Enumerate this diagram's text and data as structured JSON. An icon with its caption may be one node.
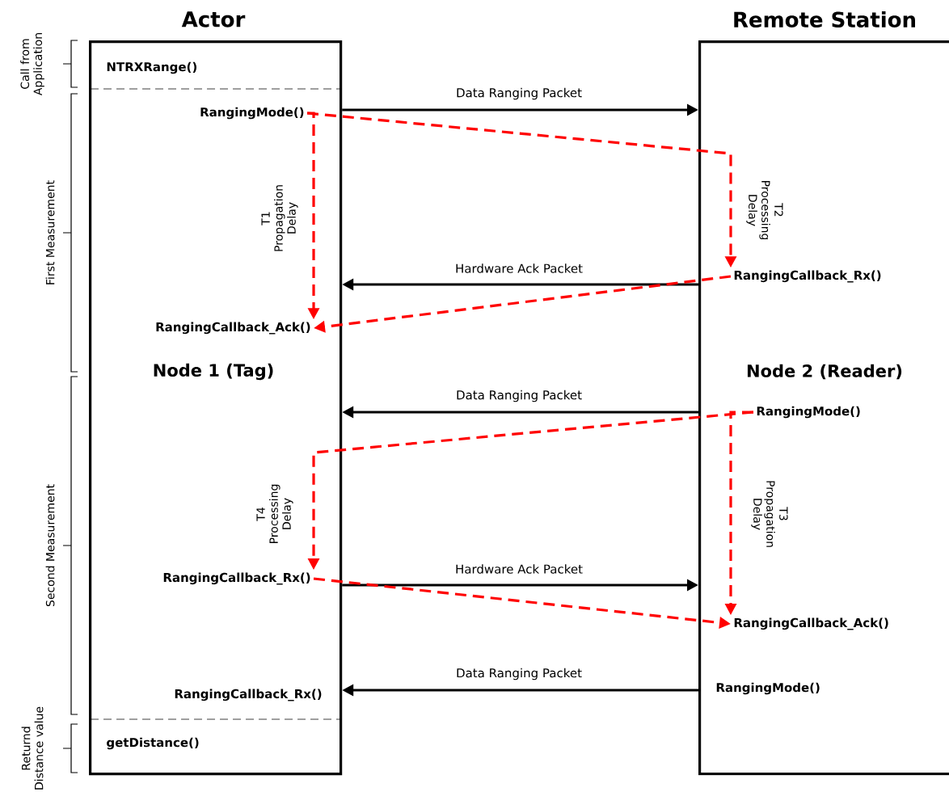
{
  "diagram": {
    "nodes": [
      {
        "text": [
          "Actor",
          "Node 1 (Tag)"
        ]
      },
      {
        "text": [
          "Remote Station",
          "Node 2 (Reader)"
        ]
      },
      {
        "text": [
          "NTRXRange()"
        ],
        "in": 0
      },
      {
        "text": [
          "RangingMode()"
        ],
        "in": 0
      },
      {
        "text": [
          "RangingCallback_Ack()"
        ],
        "in": 0
      },
      {
        "text": [
          "RangingCallback_Rx()"
        ],
        "in": 0
      },
      {
        "text": [
          "RangingCallback_Rx()"
        ],
        "in": 0
      },
      {
        "text": [
          "getDistance()"
        ],
        "in": 0
      },
      {
        "text": [
          "RangingCallback_Rx()"
        ],
        "in": 1
      },
      {
        "text": [
          "RangingMode()"
        ],
        "in": 1
      },
      {
        "text": [
          "RangingCallback_Ack()"
        ],
        "in": 1
      },
      {
        "text": [
          "RangingMode()"
        ],
        "in": 1
      }
    ],
    "edges": [
      {
        "from": 0,
        "to": 1,
        "arrow": "to",
        "label": "Data Ranging Packet",
        "color": "#000000"
      },
      {
        "from": 3,
        "to": 4,
        "arrow": "to",
        "label": "T1 Propagation Delay",
        "style": "dashed",
        "color": "#ff0000"
      },
      {
        "from": 3,
        "to": 8,
        "arrow": "to",
        "label": "T2 Processing Delay",
        "style": "dashed",
        "color": "#ff0000"
      },
      {
        "from": 1,
        "to": 0,
        "arrow": "to",
        "label": "Hardware Ack Packet",
        "color": "#000000"
      },
      {
        "from": 8,
        "to": 4,
        "arrow": "to",
        "style": "dashed",
        "color": "#ff0000"
      },
      {
        "from": 1,
        "to": 0,
        "arrow": "to",
        "label": "Data Ranging Packet",
        "color": "#000000"
      },
      {
        "from": 9,
        "to": 5,
        "arrow": "to",
        "label": "T4 Processing Delay",
        "style": "dashed",
        "color": "#ff0000"
      },
      {
        "from": 9,
        "to": 10,
        "arrow": "to",
        "label": "T3 Propagation Delay",
        "style": "dashed",
        "color": "#ff0000"
      },
      {
        "from": 0,
        "to": 1,
        "arrow": "to",
        "label": "Hardware Ack Packet",
        "color": "#000000"
      },
      {
        "from": 5,
        "to": 10,
        "arrow": "to",
        "style": "dashed",
        "color": "#ff0000"
      },
      {
        "from": 1,
        "to": 0,
        "arrow": "to",
        "label": "Data Ranging Packet",
        "color": "#000000"
      }
    ],
    "labels": [
      "Call from Application",
      "First Measurement",
      "Second Measurement",
      "Returnd Distance value"
    ]
  }
}
